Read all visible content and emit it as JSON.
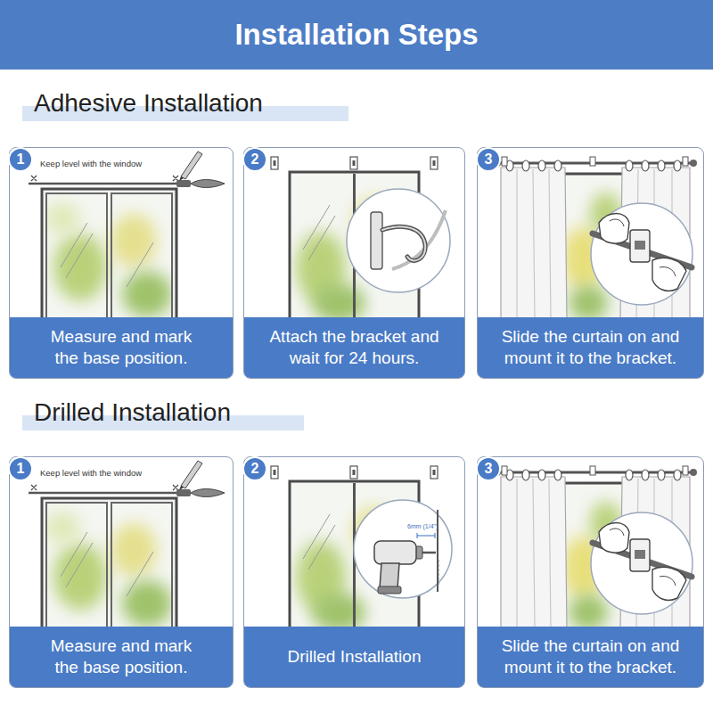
{
  "diagram": {
    "title": "Installation Steps",
    "nodes": [
      {
        "text": [
          "Measure and mark the base position."
        ]
      },
      {
        "text": [
          "1"
        ],
        "in": 0
      },
      {
        "text": [
          "Attach the bracket and wait for 24 hours."
        ]
      },
      {
        "text": [
          "2"
        ],
        "in": 2
      },
      {
        "text": [
          "Slide the curtain on and mount it to the bracket."
        ]
      },
      {
        "text": [
          "3"
        ],
        "in": 4
      },
      {
        "text": [
          "Measure and mark the base position."
        ]
      },
      {
        "text": [
          "1"
        ],
        "in": 6
      },
      {
        "text": [
          "Drilled Installation"
        ]
      },
      {
        "text": [
          "2"
        ],
        "in": 8
      },
      {
        "text": [
          "Slide the curtain on and mount it to the bracket."
        ]
      },
      {
        "text": [
          "3"
        ],
        "in": 10
      }
    ],
    "labels": [
      "Adhesive Installation",
      "Keep level with the window",
      "Drilled Installation",
      "Keep level with the window",
      "6mm (1/4\")"
    ]
  }
}
